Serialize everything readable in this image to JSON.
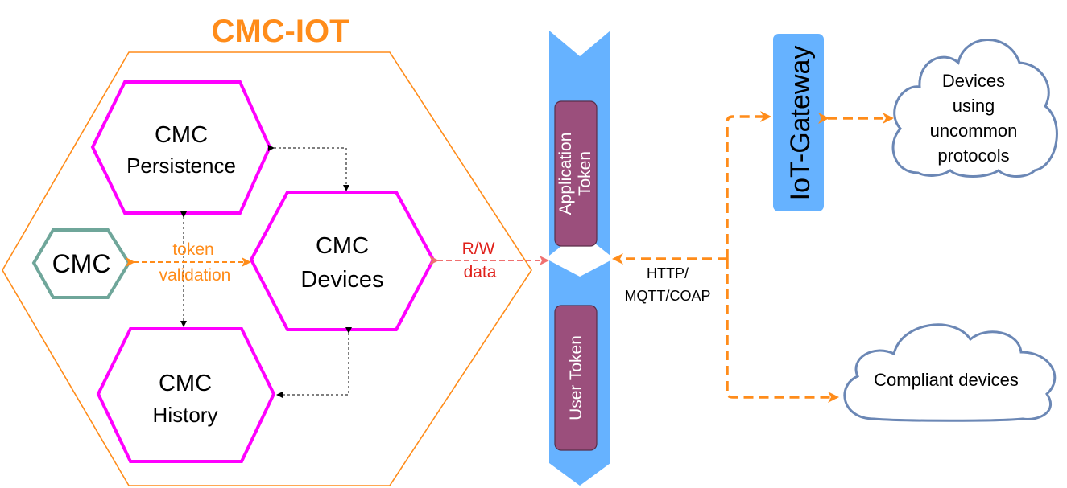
{
  "title": "CMC-IOT",
  "nodes": {
    "persistence": {
      "line1": "CMC",
      "line2": "Persistence"
    },
    "devices": {
      "line1": "CMC",
      "line2": "Devices"
    },
    "history": {
      "line1": "CMC",
      "line2": "History"
    },
    "cmc": {
      "label": "CMC"
    }
  },
  "edges": {
    "token_validation": {
      "line1": "token",
      "line2": "validation"
    },
    "rw_data": {
      "line1": "R/W",
      "line2": "data"
    },
    "protocols": {
      "line1": "HTTP/",
      "line2": "MQTT/COAP"
    }
  },
  "tokens": {
    "application": {
      "line1": "Application",
      "line2": "Token"
    },
    "user": {
      "label": "User Token"
    }
  },
  "gateway": {
    "label": "IoT-Gateway"
  },
  "clouds": {
    "uncommon": {
      "line1": "Devices",
      "line2": "using",
      "line3": "uncommon",
      "line4": "protocols"
    },
    "compliant": {
      "label": "Compliant devices"
    }
  },
  "colors": {
    "orange": "#ff8c1a",
    "magenta": "#ff00ff",
    "teal": "#6fa69a",
    "bar_blue": "#66b2ff",
    "token_purple": "#9b4f7c",
    "cloud_stroke": "#6b87b5",
    "red": "#e0201a"
  }
}
